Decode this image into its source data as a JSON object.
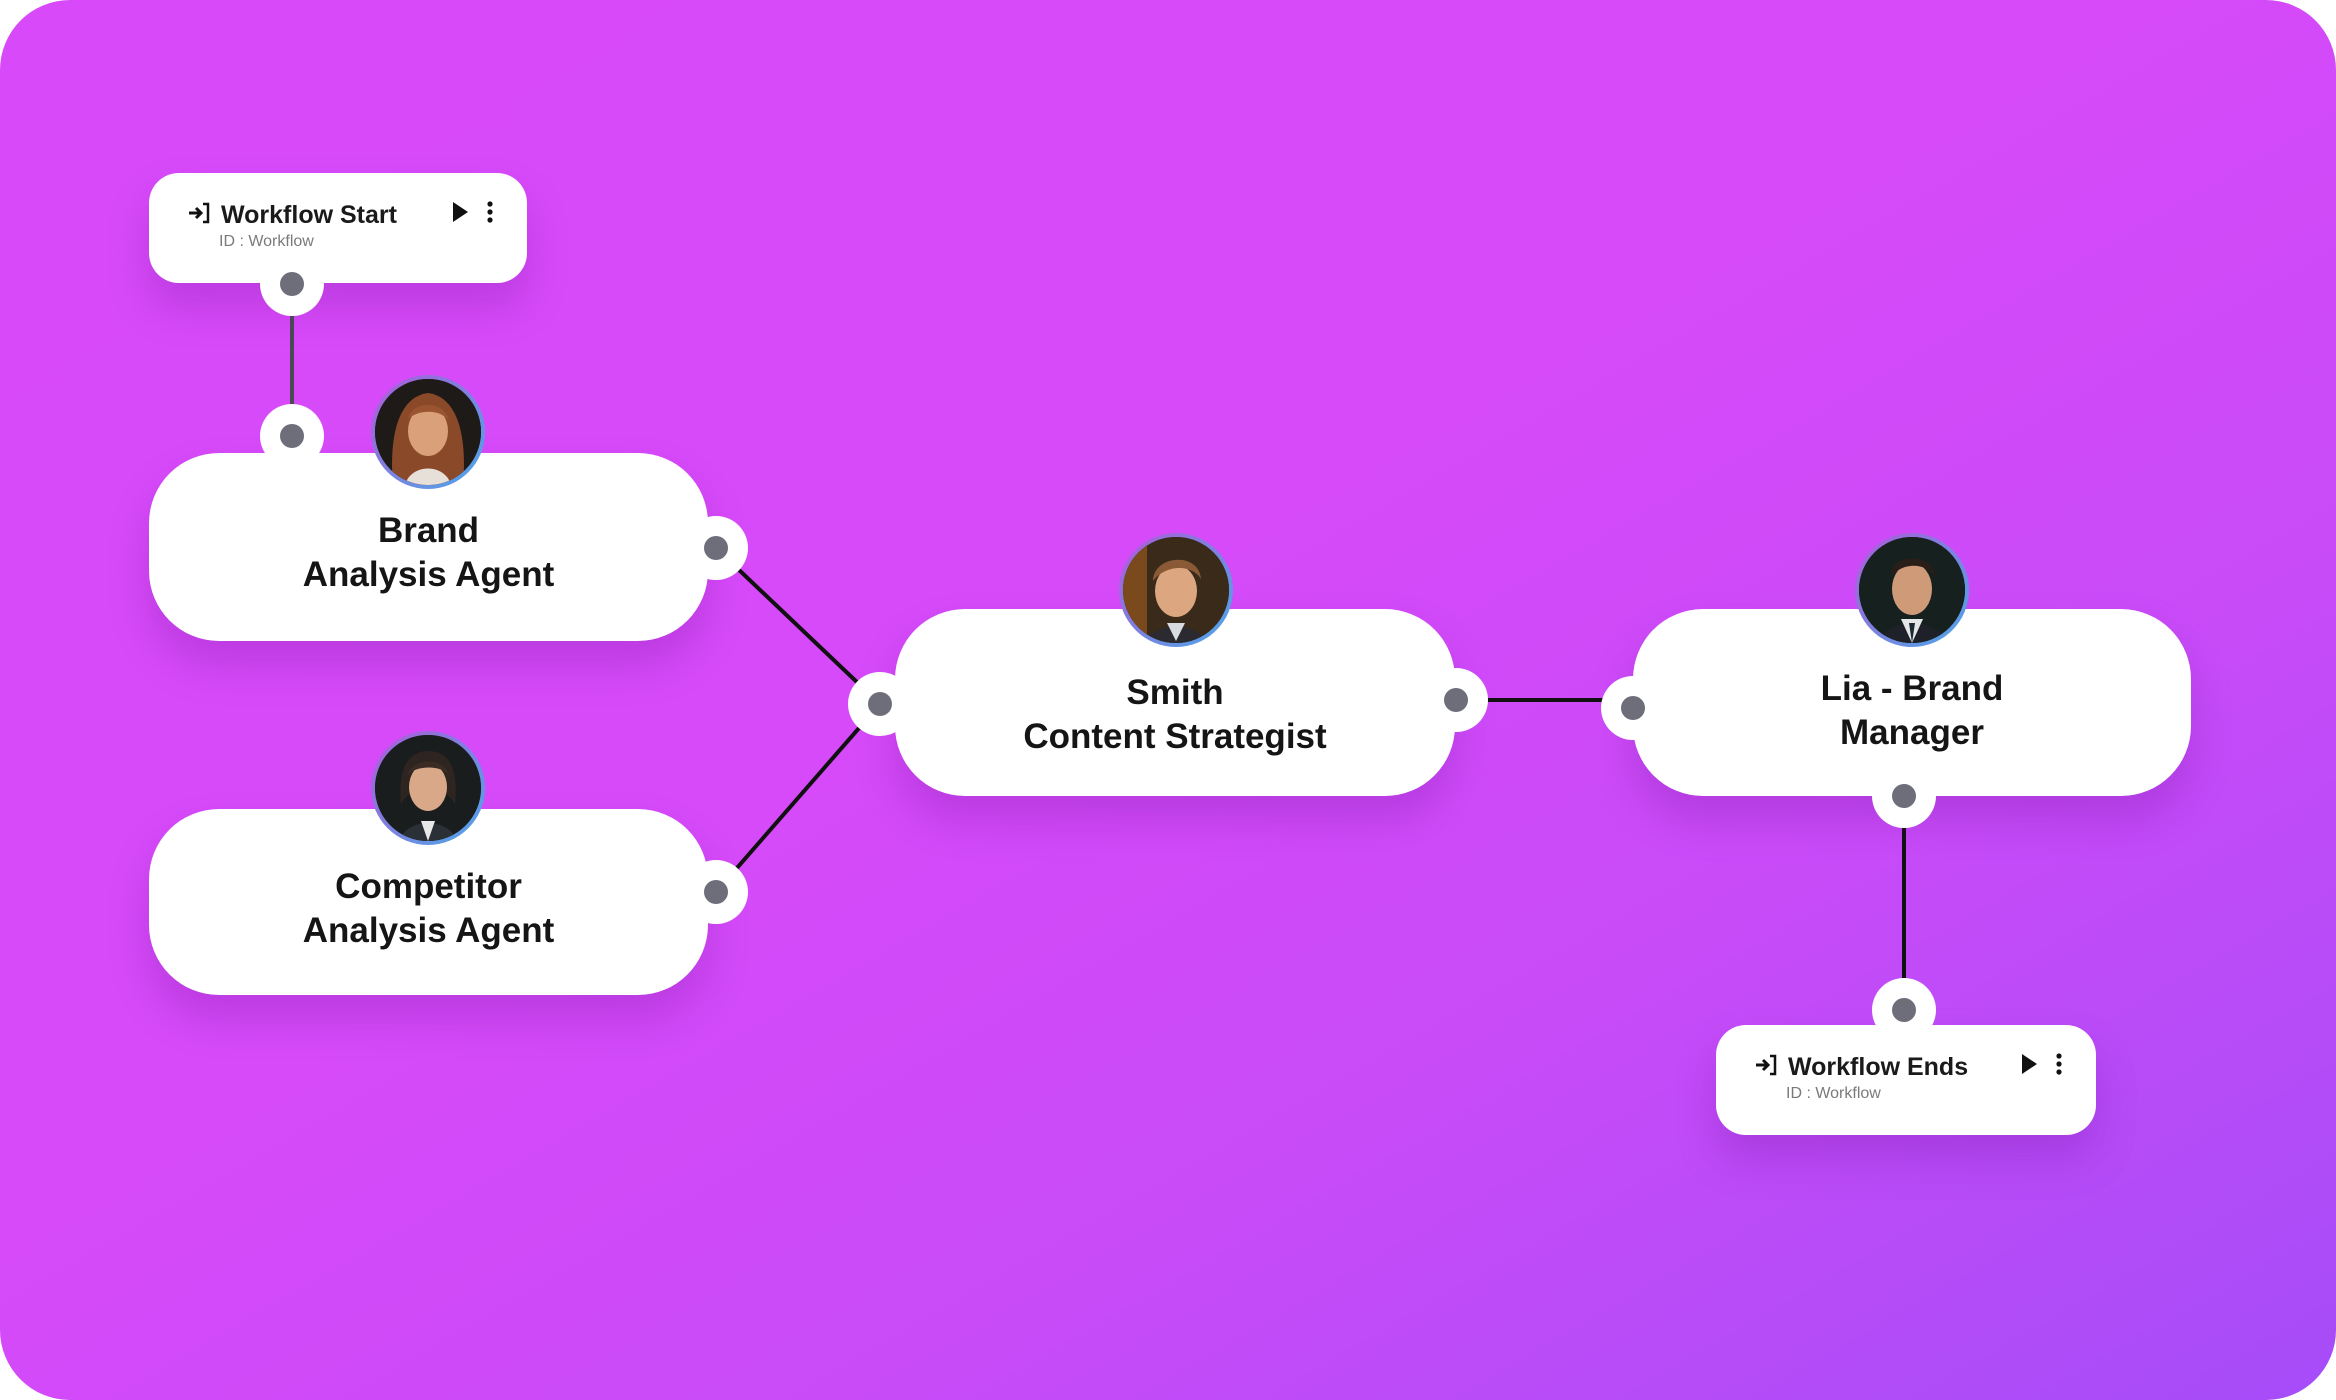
{
  "colors": {
    "background_start": "#d84af9",
    "background_end": "#a54cf8",
    "card": "#ffffff",
    "handle_dot": "#6e6d7a",
    "wire": "#111111",
    "avatar_ring_start": "#b05ad8",
    "avatar_ring_end": "#4aa8e8"
  },
  "workflow_start": {
    "icon": "login-arrow-icon",
    "title": "Workflow Start",
    "id_text": "ID : Workflow",
    "actions": [
      "play-icon",
      "more-vertical-icon"
    ]
  },
  "workflow_end": {
    "icon": "login-arrow-icon",
    "title": "Workflow Ends",
    "id_text": "ID : Workflow",
    "actions": [
      "play-icon",
      "more-vertical-icon"
    ]
  },
  "agents": [
    {
      "name_line1": "Brand",
      "name_line2": "Analysis Agent",
      "avatar": "woman-auburn-hair-avatar"
    },
    {
      "name_line1": "Competitor",
      "name_line2": "Analysis Agent",
      "avatar": "woman-dark-hair-avatar"
    },
    {
      "name_line1": "Smith",
      "name_line2": "Content Strategist",
      "avatar": "young-man-avatar"
    },
    {
      "name_line1": "Lia - Brand",
      "name_line2": "Manager",
      "avatar": "man-suit-avatar"
    }
  ],
  "connections": [
    {
      "from": "Workflow Start",
      "to": "Brand Analysis Agent"
    },
    {
      "from": "Brand Analysis Agent",
      "to": "Smith Content Strategist"
    },
    {
      "from": "Competitor Analysis Agent",
      "to": "Smith Content Strategist"
    },
    {
      "from": "Smith Content Strategist",
      "to": "Lia - Brand Manager"
    },
    {
      "from": "Lia - Brand Manager",
      "to": "Workflow Ends"
    }
  ]
}
